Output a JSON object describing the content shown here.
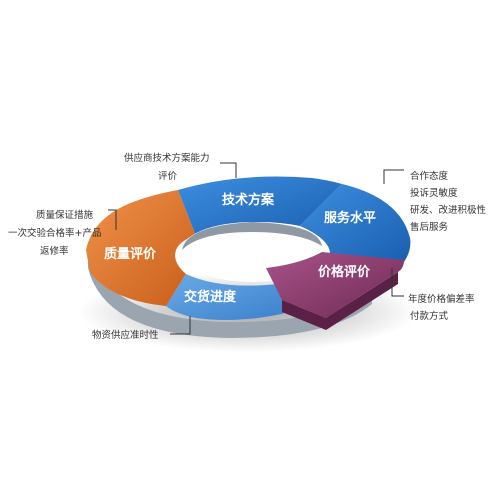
{
  "segments": {
    "technical": {
      "label": "技术方案",
      "color": "#1f6fc3"
    },
    "service": {
      "label": "服务水平",
      "color": "#2c85cf"
    },
    "price": {
      "label": "价格评价",
      "color": "#8a3a6a"
    },
    "delivery": {
      "label": "交货进度",
      "color": "#4a8fd4"
    },
    "quality": {
      "label": "质量评价",
      "color": "#e2742a"
    }
  },
  "annotations": {
    "technical": [
      "供应商技术方案能力",
      "评价"
    ],
    "service": [
      "合作态度",
      "投诉灵敏度",
      "研发、改进积极性",
      "售后服务"
    ],
    "price": [
      "年度价格偏差率",
      "付款方式"
    ],
    "delivery": [
      "物资供应准时性"
    ],
    "quality": [
      "质量保证措施",
      "一次交验合格率+产品",
      "返修率"
    ]
  }
}
